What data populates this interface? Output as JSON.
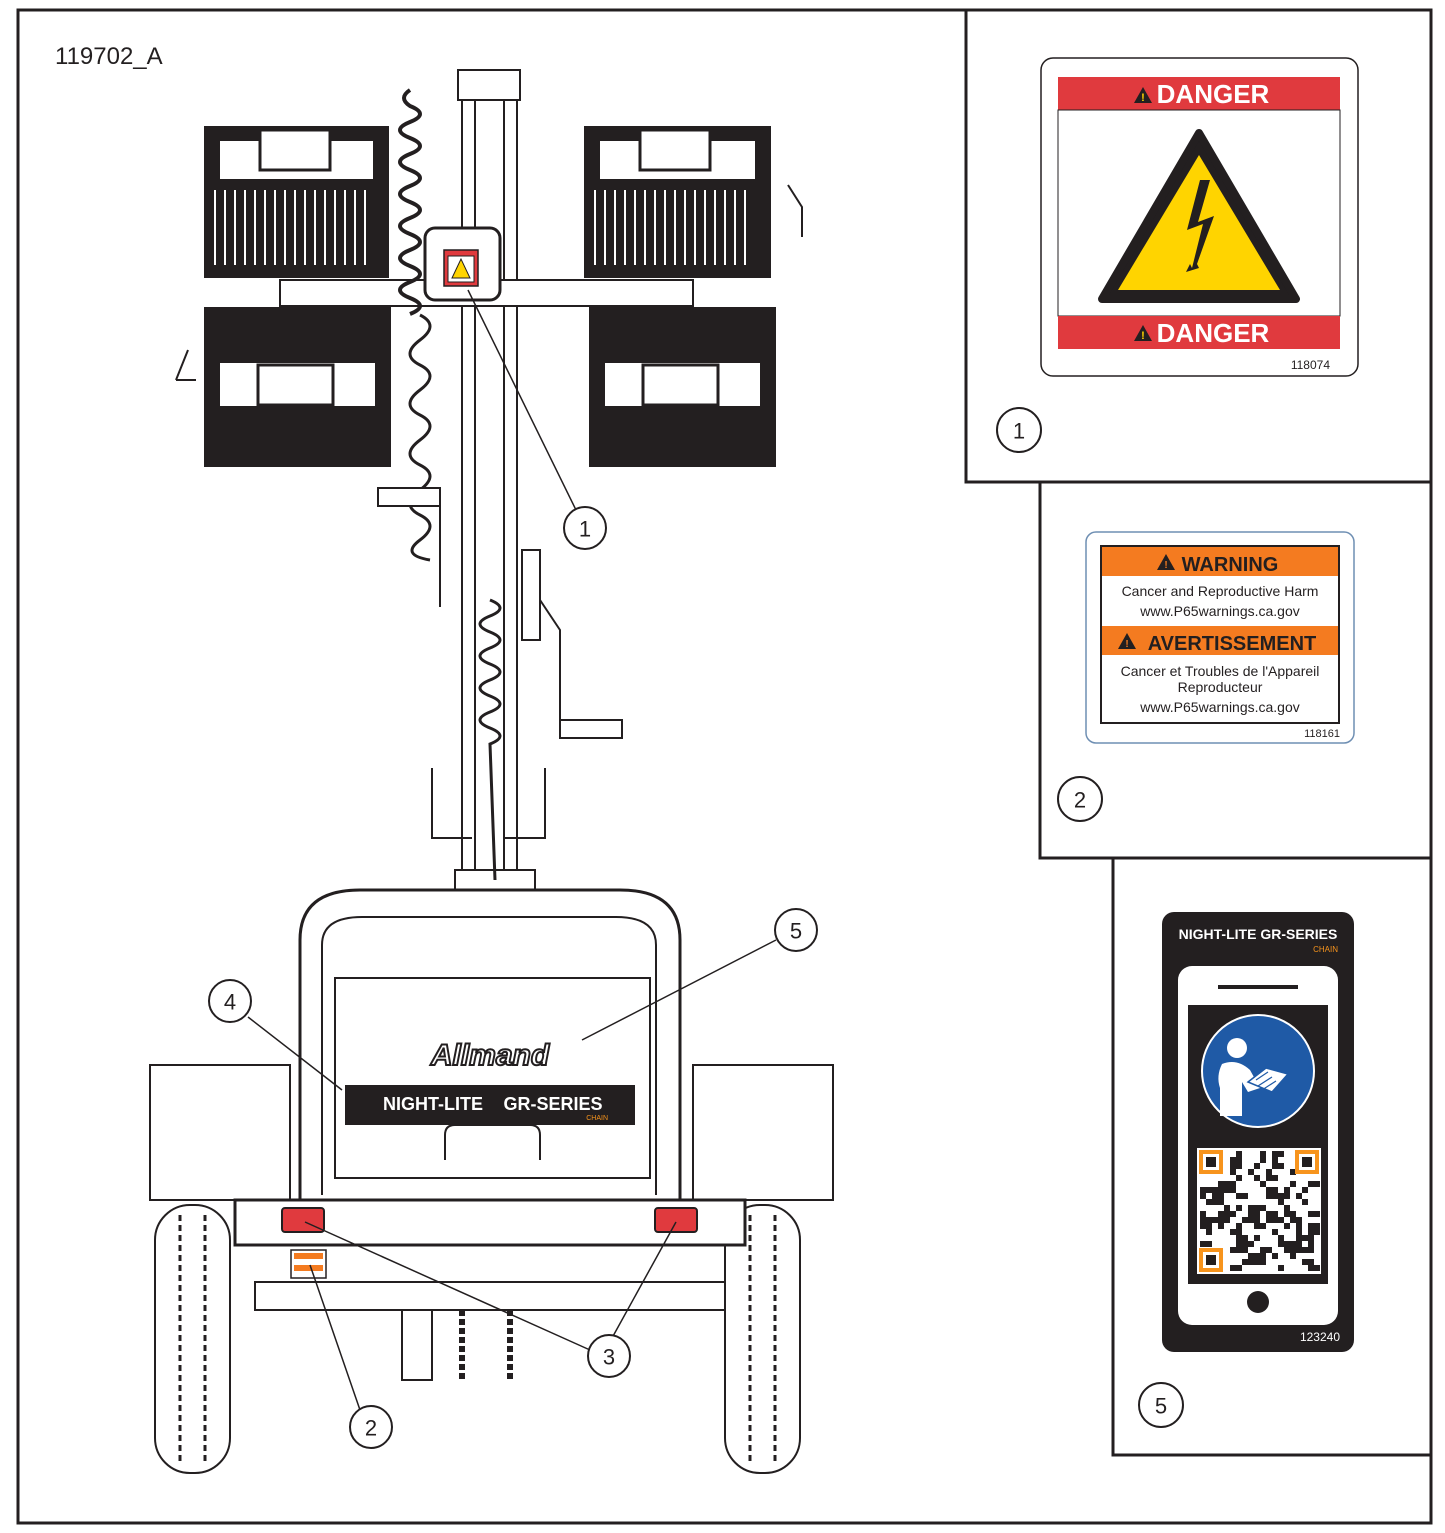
{
  "drawing_number": "119702_A",
  "callouts": [
    "1",
    "2",
    "3",
    "4",
    "5"
  ],
  "decal_1": {
    "header": "DANGER",
    "footer": "DANGER",
    "part_number": "118074",
    "icon": "electrical-hazard-icon",
    "colors": {
      "band": "#e03a3e",
      "triangle": "#ffd400"
    }
  },
  "decal_2": {
    "warning_header": "WARNING",
    "warning_line1": "Cancer and Reproductive Harm",
    "warning_line2": "www.P65warnings.ca.gov",
    "fr_header": "AVERTISSEMENT",
    "fr_line1": "Cancer et Troubles de l'Appareil",
    "fr_line2": "Reproducteur",
    "fr_line3": "www.P65warnings.ca.gov",
    "part_number": "118161",
    "colors": {
      "header": "#f47b20"
    }
  },
  "decal_5": {
    "title": "NIGHT-LITE GR-SERIES",
    "subtitle": "CHAIN",
    "part_number": "123240",
    "icon": "read-manual-icon",
    "colors": {
      "body": "#231f20",
      "icon_circle": "#1f5aa6",
      "accent": "#f7941d"
    }
  },
  "machine": {
    "brand": "Allmand",
    "model": "NIGHT-LITE",
    "series": "GR-SERIES",
    "subtitle": "CHAIN"
  }
}
